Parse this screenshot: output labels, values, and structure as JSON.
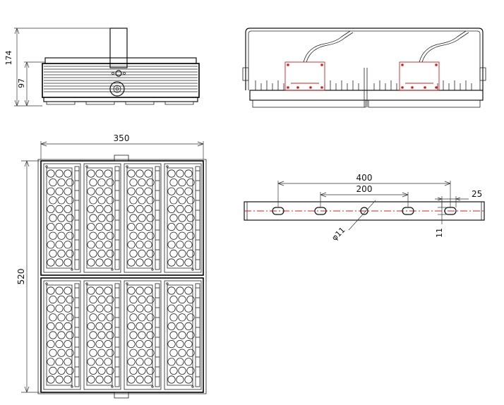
{
  "drawing": {
    "side_view": {
      "height_dim": "174",
      "lower_height_dim": "97"
    },
    "front_view": {
      "width_dim": "350",
      "height_dim": "520",
      "module_columns": 4,
      "module_rows": 2,
      "led_columns_per_module": 3,
      "led_rows_per_module": 11
    },
    "bracket_view": {
      "outer_spacing_dim": "400",
      "inner_spacing_dim": "200",
      "hole_diameter_dim": "φ11",
      "end_offset_dim": "25",
      "slot_height_dim": "11"
    },
    "colors": {
      "outline": "#111111",
      "accent": "#d02020",
      "background": "#ffffff"
    }
  }
}
